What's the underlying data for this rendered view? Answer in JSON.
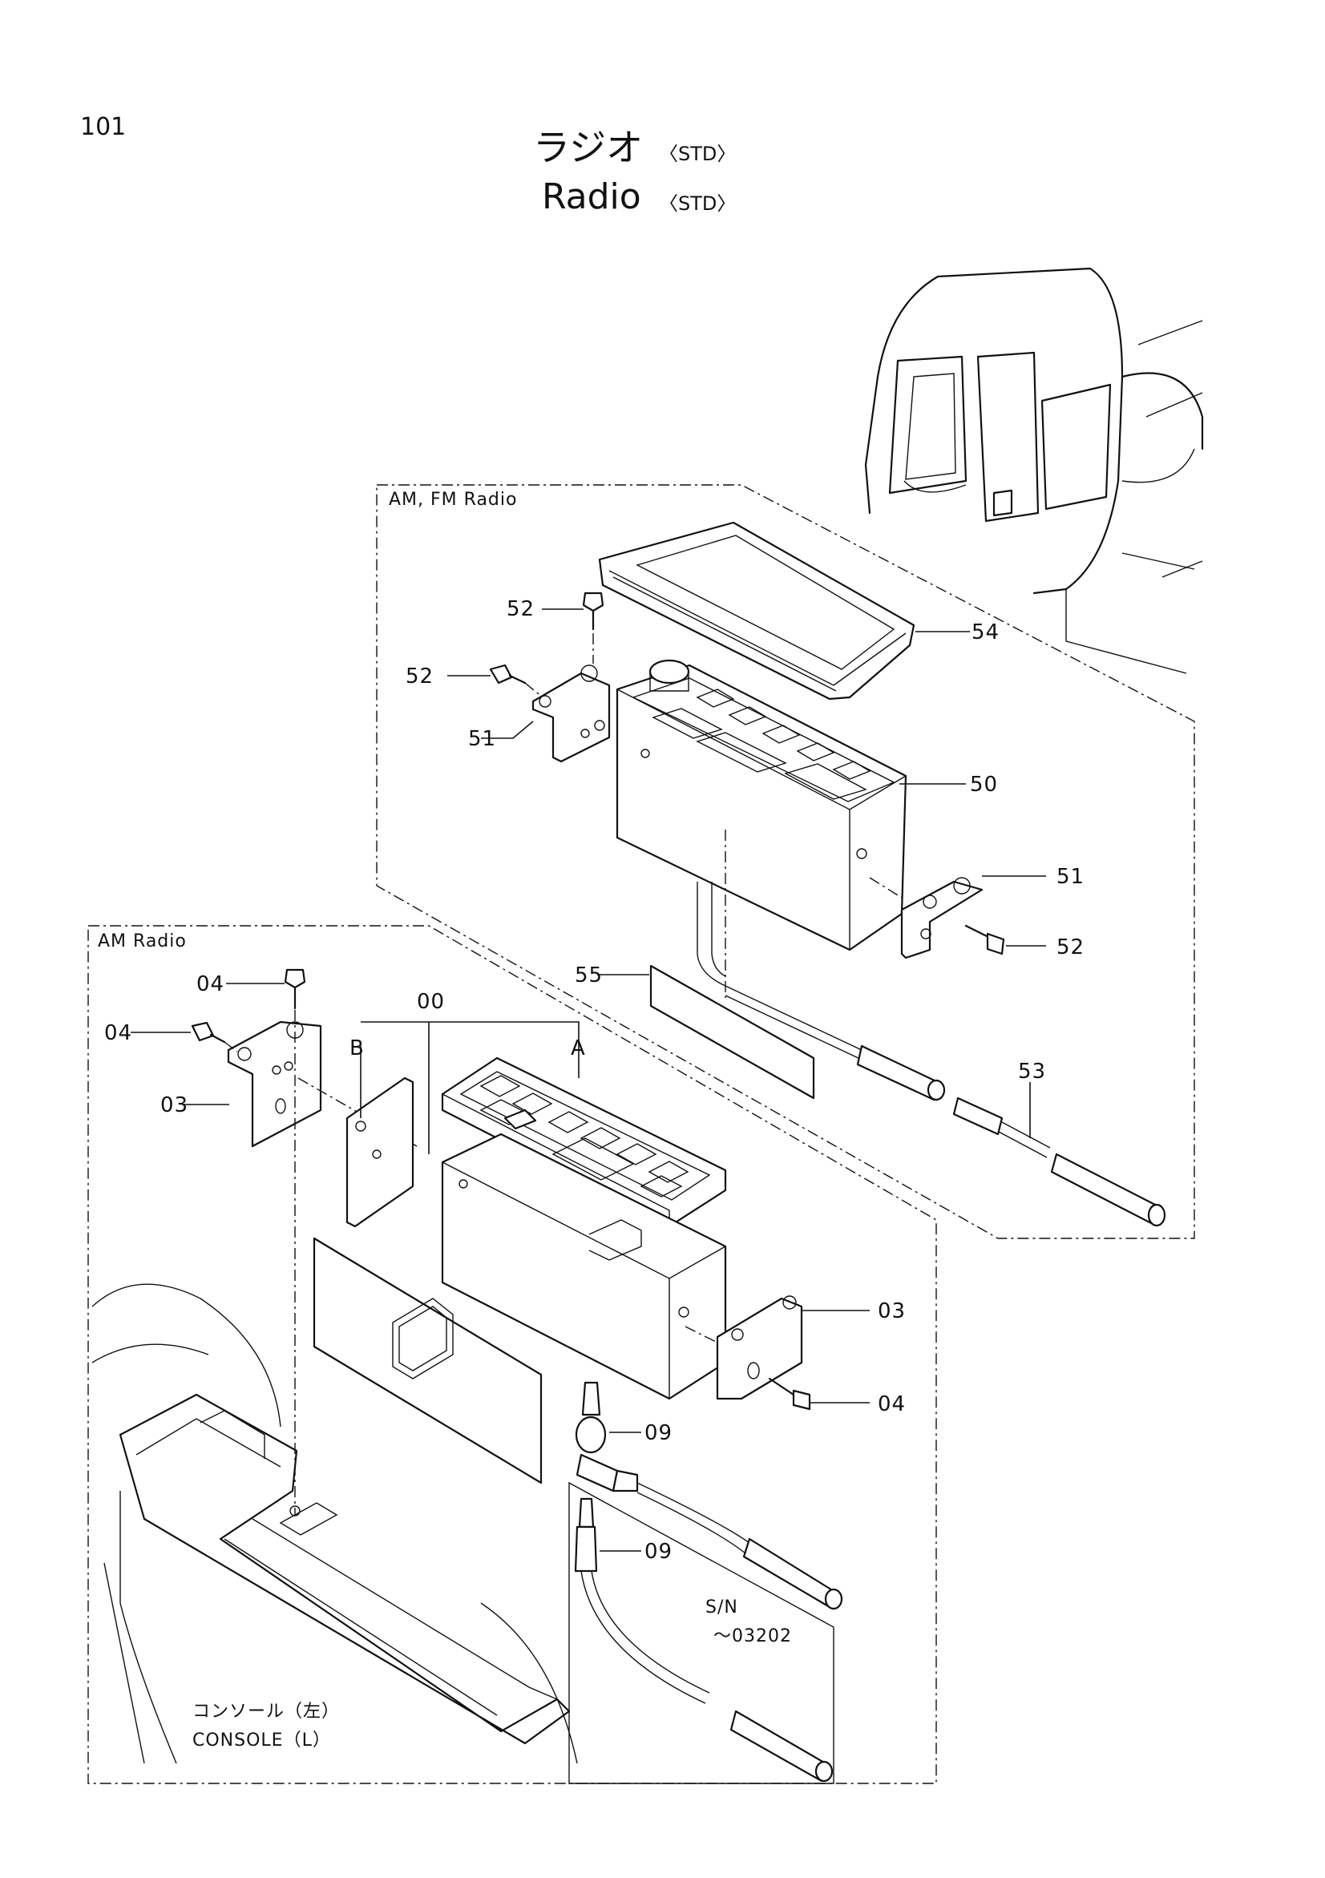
{
  "page_number": "101",
  "title": {
    "jp": "ラジオ",
    "en": "Radio",
    "tag": "〈STD〉"
  },
  "groups": {
    "amfm": "AM, FM Radio",
    "am": "AM Radio",
    "serial_no": "S/N",
    "serial_range": "～03202"
  },
  "console": {
    "jp": "コンソール（左）",
    "en": "CONSOLE（L）"
  },
  "callouts": {
    "p52a": "52",
    "p52b": "52",
    "p52c": "52",
    "p54": "54",
    "p51a": "51",
    "p51b": "51",
    "p50": "50",
    "p55": "55",
    "p53": "53",
    "p04a": "04",
    "p04b": "04",
    "p04c": "04",
    "p00": "00",
    "pA": "A",
    "pB": "B",
    "p03a": "03",
    "p03b": "03",
    "p09a": "09",
    "p09b": "09"
  }
}
